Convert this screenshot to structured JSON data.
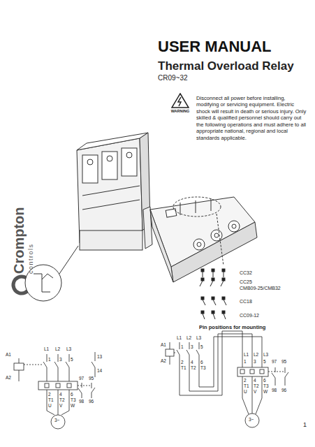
{
  "diagram": {
    "title": "USER MANUAL",
    "nodes": [
      {
        "text": [
          "WARNING"
        ]
      }
    ],
    "labels": [
      "Thermal Overload Relay",
      "CR09~32",
      "Disconnect all power before installing, modifying or servicing equipment. Electric shock will result in death or serious injury. Only skilled & qualified personnel should carry out the following operations and must adhere to all appropriate national, regional and local standards applicable.",
      "Crompton",
      "controls",
      "CC32",
      "CC25",
      "CMB09-25/CMB32",
      "CC18",
      "CC09-12",
      "Pin positions for mounting",
      "L1",
      "L2",
      "L3",
      "A1",
      "A2",
      "1",
      "3",
      "5",
      "13",
      "14",
      "97",
      "95",
      "2",
      "4",
      "6",
      "T1",
      "T2",
      "T3",
      "U",
      "V",
      "W",
      "98",
      "96",
      "3~",
      "L1",
      "L2",
      "L3",
      "A1",
      "A2",
      "1",
      "3",
      "5",
      "2",
      "4",
      "6",
      "T1",
      "T2",
      "T3",
      "L1",
      "L2",
      "L3",
      "1",
      "3",
      "5",
      "97",
      "95",
      "2",
      "4",
      "6",
      "98",
      "96",
      "T1",
      "T2",
      "T3",
      "U",
      "V",
      "W",
      "3~",
      "1"
    ]
  }
}
